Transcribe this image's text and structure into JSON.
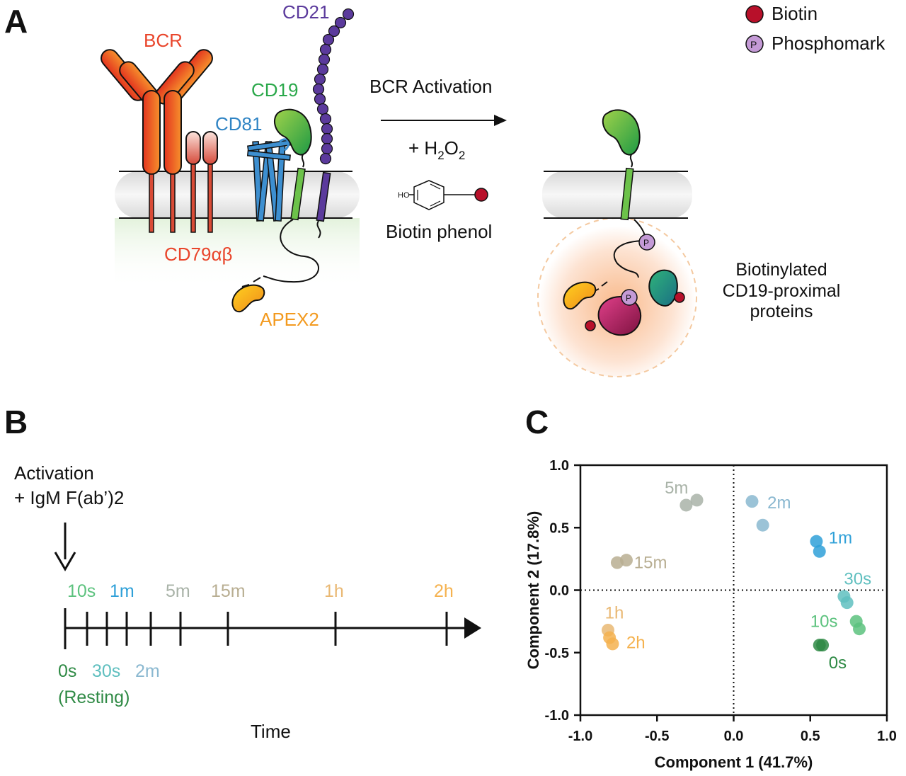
{
  "panel_a": {
    "label": "A",
    "labels": {
      "bcr": "BCR",
      "cd21": "CD21",
      "cd19": "CD19",
      "cd81": "CD81",
      "cd79": "CD79αβ",
      "apex2": "APEX2",
      "arrow_top": "BCR Activation",
      "h2o2_prefix": "+ H",
      "h2o2_sub1": "2",
      "h2o2_o": "O",
      "h2o2_sub2": "2",
      "ho": "HO",
      "biotin_phenol": "Biotin phenol",
      "result_line1": "Biotinylated",
      "result_line2": "CD19-proximal",
      "result_line3": "proteins",
      "p_mark": "P"
    },
    "legend": {
      "biotin": "Biotin",
      "phosphomark": "Phosphomark",
      "p_symbol": "P"
    },
    "colors": {
      "bcr": "#e9452b",
      "cd21": "#5b3a9c",
      "cd19": "#2aa84a",
      "cd81": "#2f84c4",
      "apex2": "#f39a1f",
      "biotin": "#b8102a",
      "phospho": "#c49ad6"
    }
  },
  "panel_b": {
    "label": "B",
    "activation_line1": "Activation",
    "activation_line2": "+ IgM F(ab’)2",
    "axis_label": "Time",
    "ticks_top": [
      {
        "text": "10s",
        "color": "#5cc27e"
      },
      {
        "text": "1m",
        "color": "#2fa0d8"
      },
      {
        "text": "5m",
        "color": "#a9b3a8"
      },
      {
        "text": "15m",
        "color": "#b8ae92"
      },
      {
        "text": "1h",
        "color": "#e9b873"
      },
      {
        "text": "2h",
        "color": "#f5b24f"
      }
    ],
    "ticks_bottom": [
      {
        "text": "0s",
        "color": "#2f8a45"
      },
      {
        "text": "30s",
        "color": "#5fbfbf"
      },
      {
        "text": "2m",
        "color": "#8ab8d0"
      }
    ],
    "resting": "(Resting)"
  },
  "chart_data": {
    "type": "scatter",
    "panel_label": "C",
    "xlabel": "Component 1 (41.7%)",
    "ylabel": "Component 2 (17.8%)",
    "xlim": [
      -1.0,
      1.0
    ],
    "ylim": [
      -1.0,
      1.0
    ],
    "xticks": [
      "-1.0",
      "-0.5",
      "0.0",
      "0.5",
      "1.0"
    ],
    "yticks": [
      "-1.0",
      "-0.5",
      "0.0",
      "0.5",
      "1.0"
    ],
    "series": [
      {
        "name": "0s",
        "color": "#2f8a45",
        "x": [
          0.56,
          0.58
        ],
        "y": [
          -0.44,
          -0.44
        ]
      },
      {
        "name": "10s",
        "color": "#5cc27e",
        "x": [
          0.8,
          0.82
        ],
        "y": [
          -0.25,
          -0.31
        ]
      },
      {
        "name": "30s",
        "color": "#5fbfbf",
        "x": [
          0.72,
          0.74
        ],
        "y": [
          -0.05,
          -0.1
        ]
      },
      {
        "name": "1m",
        "color": "#2fa0d8",
        "x": [
          0.54,
          0.56
        ],
        "y": [
          0.39,
          0.31
        ]
      },
      {
        "name": "2m",
        "color": "#8ab8d0",
        "x": [
          0.12,
          0.19
        ],
        "y": [
          0.71,
          0.52
        ]
      },
      {
        "name": "5m",
        "color": "#a9b3a8",
        "x": [
          -0.31,
          -0.24
        ],
        "y": [
          0.68,
          0.72
        ]
      },
      {
        "name": "15m",
        "color": "#b8ae92",
        "x": [
          -0.76,
          -0.7
        ],
        "y": [
          0.22,
          0.24
        ]
      },
      {
        "name": "1h",
        "color": "#e9b873",
        "x": [
          -0.82
        ],
        "y": [
          -0.32
        ]
      },
      {
        "name": "2h",
        "color": "#f5b24f",
        "x": [
          -0.81,
          -0.79
        ],
        "y": [
          -0.38,
          -0.43
        ]
      }
    ]
  }
}
